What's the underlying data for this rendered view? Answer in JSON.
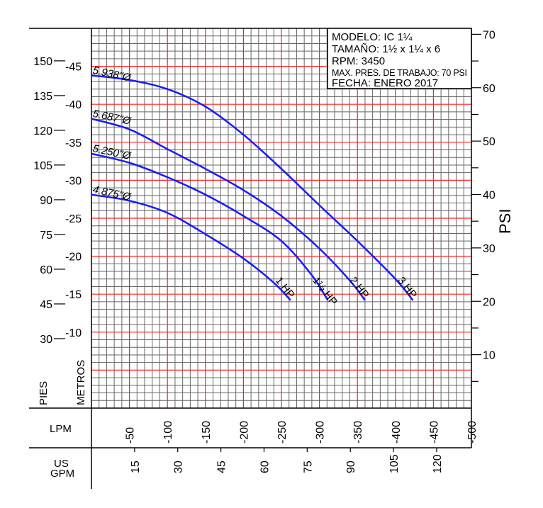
{
  "chart_data": {
    "type": "line",
    "title": "",
    "info": {
      "modelo": "MODELO:  IC 1¼",
      "tamano": "TAMAÑO:  1½  x  1¼  x  6",
      "rpm": "RPM:  3450",
      "max_pres": "MAX. PRES. DE TRABAJO: 70 PSI",
      "fecha": "FECHA:  ENERO  2017"
    },
    "axes": {
      "x_lpm": {
        "label": "LPM",
        "range": [
          0,
          500
        ],
        "ticks": [
          50,
          100,
          150,
          200,
          250,
          300,
          350,
          400,
          450,
          500
        ],
        "tick_labels": [
          "-50",
          "-100",
          "-150",
          "-200",
          "-250",
          "-300",
          "-350",
          "-400",
          "-450",
          "-500"
        ]
      },
      "x_gpm": {
        "label": "US GPM",
        "label_lines": [
          "US",
          "GPM"
        ],
        "ticks": [
          15,
          30,
          45,
          60,
          75,
          90,
          105,
          120
        ],
        "tick_labels": [
          "15",
          "30",
          "45",
          "60",
          "75",
          "90",
          "105",
          "120"
        ]
      },
      "y_metros": {
        "label": "METROS",
        "range": [
          0,
          50
        ],
        "ticks": [
          10,
          15,
          20,
          25,
          30,
          35,
          40,
          45
        ],
        "tick_labels": [
          "-10",
          "-15",
          "-20",
          "-25",
          "-30",
          "-35",
          "-40",
          "-45"
        ]
      },
      "y_pies": {
        "label": "PIES",
        "ticks": [
          30,
          45,
          60,
          75,
          90,
          105,
          120,
          135,
          150
        ],
        "tick_labels": [
          "30",
          "45",
          "60",
          "75",
          "90",
          "105",
          "120",
          "135",
          "150"
        ]
      },
      "y_psi": {
        "label": "PSI",
        "ticks": [
          10,
          20,
          30,
          40,
          50,
          60,
          70
        ],
        "tick_labels": [
          "10",
          "20",
          "30",
          "40",
          "50",
          "60",
          "70"
        ]
      }
    },
    "grid": true,
    "series": [
      {
        "name": "5.938\"Ø",
        "hp": "3 HP",
        "x": [
          0,
          50,
          100,
          150,
          200,
          250,
          300,
          350,
          400,
          423
        ],
        "y": [
          43.8,
          43.2,
          42.0,
          39.7,
          36.0,
          31.5,
          26.7,
          22.0,
          17.0,
          14.2
        ]
      },
      {
        "name": "5.687\"Ø",
        "hp": "2 HP",
        "x": [
          0,
          50,
          100,
          150,
          200,
          250,
          300,
          340,
          360
        ],
        "y": [
          38.1,
          36.7,
          34.1,
          31.5,
          28.7,
          25.3,
          21.0,
          16.8,
          14.2
        ]
      },
      {
        "name": "5.250\"Ø",
        "hp": "1½ HP",
        "x": [
          0,
          50,
          100,
          150,
          200,
          250,
          290,
          311
        ],
        "y": [
          33.5,
          32.3,
          30.4,
          28.1,
          25.3,
          22.0,
          17.5,
          14.2
        ]
      },
      {
        "name": "4.875\"Ø",
        "hp": "1 HP",
        "x": [
          0,
          50,
          100,
          150,
          200,
          240,
          262
        ],
        "y": [
          28.1,
          27.3,
          25.7,
          22.9,
          19.7,
          16.5,
          14.2
        ]
      }
    ],
    "colors": {
      "curve": "#1a1aff",
      "major_grid": "#ff2020",
      "minor_grid": "#666666"
    }
  }
}
